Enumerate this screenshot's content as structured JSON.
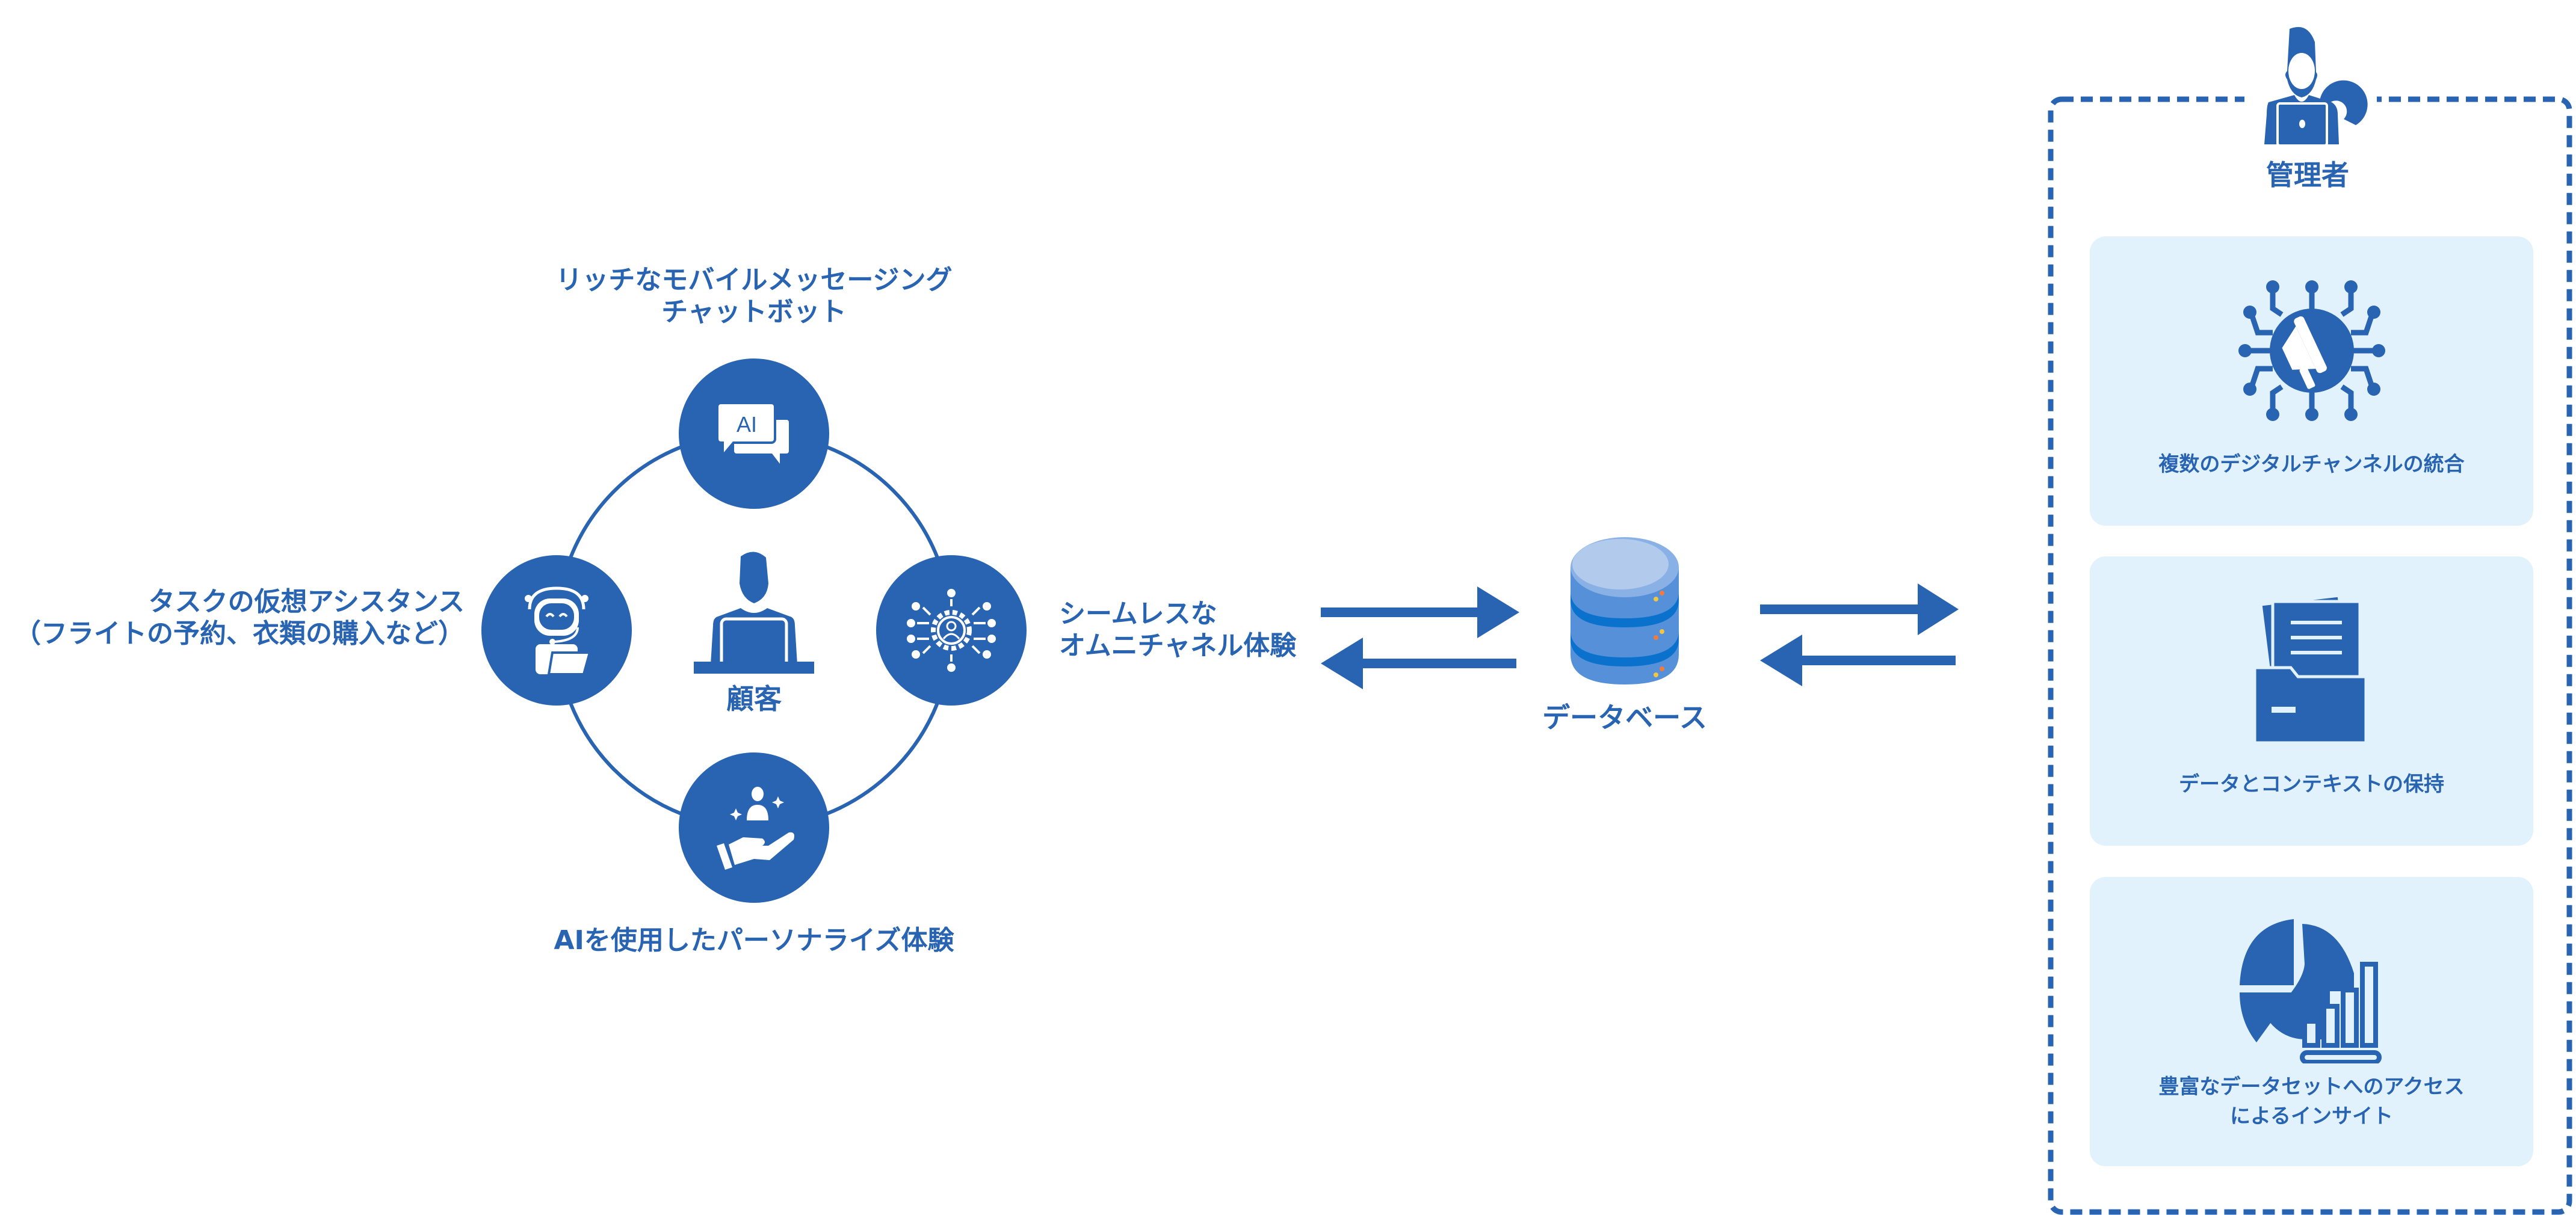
{
  "colors": {
    "primary": "#2964b3",
    "card_bg": "#e1f2fc",
    "db_light": "#b2caec",
    "db_mid": "#5690d9",
    "db_dark": "#0a72cc"
  },
  "customer": {
    "label": "顧客",
    "icon": "person-laptop-icon"
  },
  "ring_nodes": [
    {
      "id": "chatbot",
      "icon": "ai-chat-bubbles-icon",
      "icon_text": "AI",
      "label_lines": [
        "リッチなモバイルメッセージング",
        "チャットボット"
      ]
    },
    {
      "id": "assistant",
      "icon": "robot-headset-icon",
      "label_lines": [
        "タスクの仮想アシスタンス",
        "（フライトの予約、衣類の購入など）"
      ]
    },
    {
      "id": "omnichannel",
      "icon": "gear-network-icon",
      "label_lines": [
        "シームレスな",
        "オムニチャネル体験"
      ]
    },
    {
      "id": "personalized",
      "icon": "hand-person-sparkle-icon",
      "label_lines": [
        "AIを使用したパーソナライズ体験"
      ]
    }
  ],
  "database": {
    "label": "データベース",
    "icon": "database-icon"
  },
  "admin": {
    "label": "管理者",
    "icon": "admin-gear-icon",
    "cards": [
      {
        "icon": "megaphone-network-icon",
        "label_lines": [
          "複数のデジタルチャンネルの統合"
        ]
      },
      {
        "icon": "folder-documents-icon",
        "label_lines": [
          "データとコンテキストの保持"
        ]
      },
      {
        "icon": "pie-bar-chart-icon",
        "label_lines": [
          "豊富なデータセットへのアクセス",
          "によるインサイト"
        ]
      }
    ]
  }
}
